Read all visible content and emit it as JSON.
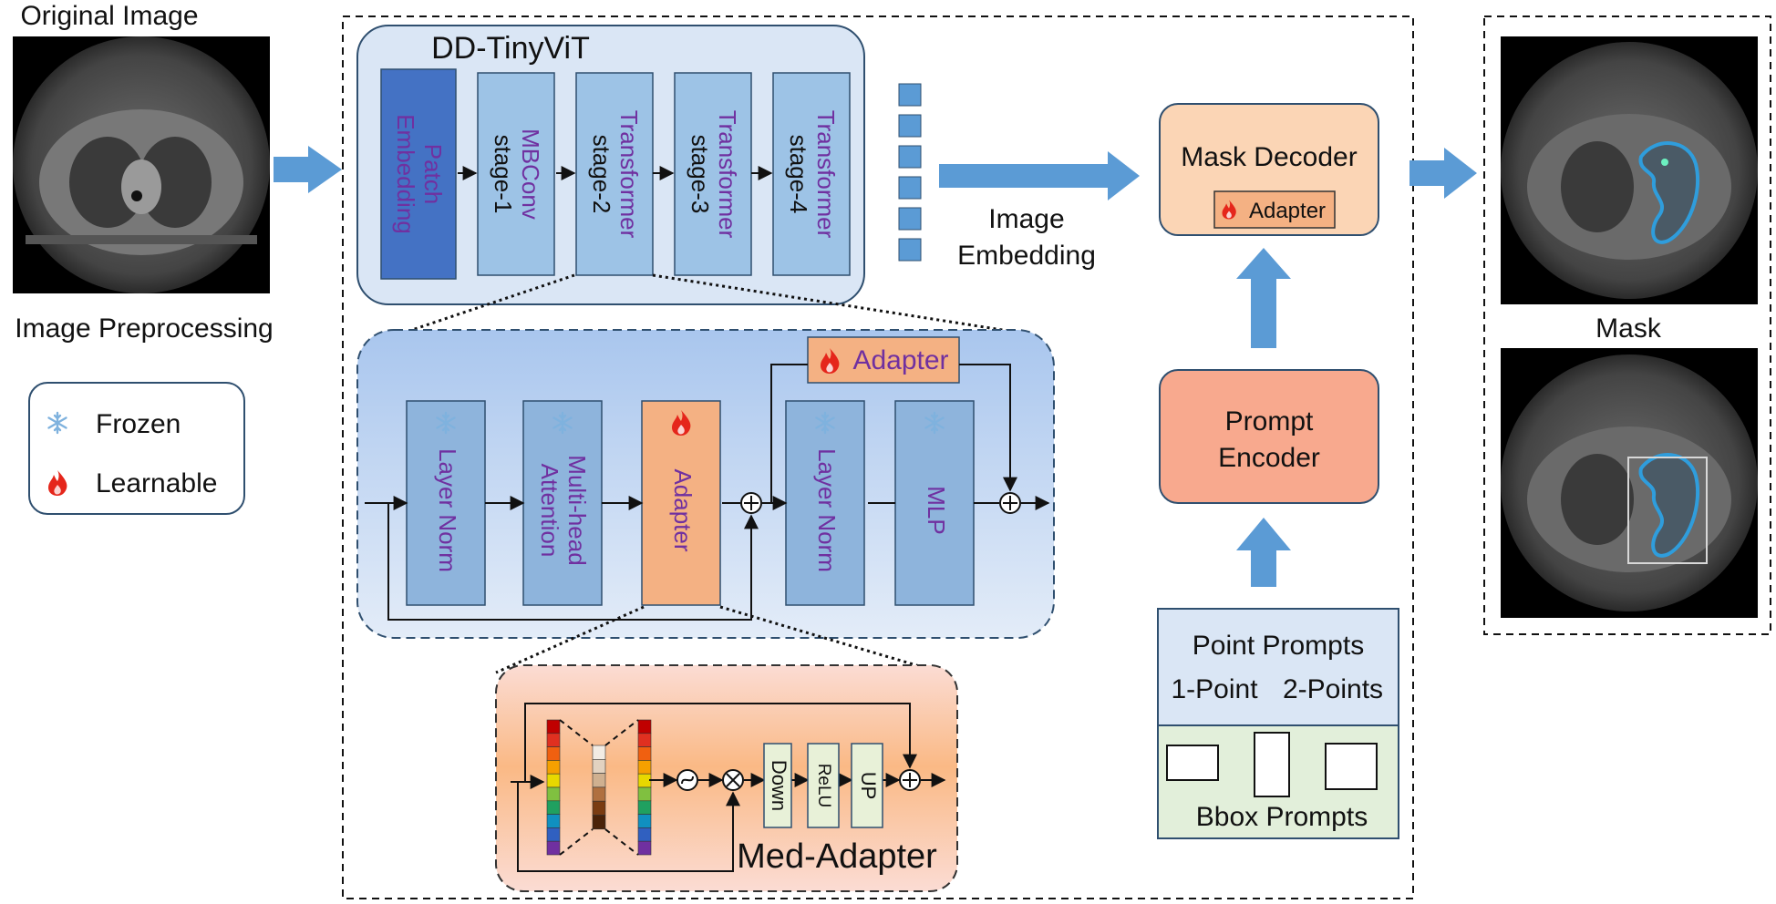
{
  "left": {
    "original_label": "Original Image",
    "preprocess_label": "Image Preprocessing",
    "legend": {
      "frozen_label": "Frozen",
      "learnable_label": "Learnable",
      "frozen_icon": "snowflake-icon",
      "learnable_icon": "flame-icon"
    }
  },
  "encoder": {
    "title": "DD-TinyViT",
    "stages": [
      {
        "line1": "Patch",
        "line2": "Embedding",
        "color": "#4472c4"
      },
      {
        "line1": "MBConv",
        "line2": "stage-1",
        "color": "#9dc3e6"
      },
      {
        "line1": "Transformer",
        "line2": "stage-2",
        "color": "#9dc3e6"
      },
      {
        "line1": "Transformer",
        "line2": "stage-3",
        "color": "#9dc3e6"
      },
      {
        "line1": "Transformer",
        "line2": "stage-4",
        "color": "#9dc3e6"
      }
    ],
    "embedding_label_1": "Image",
    "embedding_label_2": "Embedding"
  },
  "transformer_block": {
    "adapter_top": "Adapter",
    "blocks": [
      {
        "line1": "Layer Norm",
        "line2": "",
        "icon": "snowflake-icon"
      },
      {
        "line1": "Multi-head",
        "line2": "Attention",
        "icon": "snowflake-icon"
      },
      {
        "line1": "Adapter",
        "line2": "",
        "icon": "flame-icon"
      },
      {
        "line1": "Layer Norm",
        "line2": "",
        "icon": "snowflake-icon"
      },
      {
        "line1": "MLP",
        "line2": "",
        "icon": "snowflake-icon"
      }
    ]
  },
  "med_adapter": {
    "title": "Med-Adapter",
    "down": "Down",
    "relu": "ReLU",
    "up": "UP"
  },
  "decoder": {
    "mask_decoder": "Mask Decoder",
    "adapter": "Adapter",
    "prompt_encoder_1": "Prompt",
    "prompt_encoder_2": "Encoder",
    "point_prompts": "Point Prompts",
    "one_point": "1-Point",
    "two_points": "2-Points",
    "bbox_prompts": "Bbox Prompts"
  },
  "right": {
    "mask_label": "Mask"
  },
  "colors": {
    "arrow_blue": "#5b9bd5",
    "adapter_orange": "#f4b183",
    "prompt_encoder": "#f8a98e",
    "mask_decoder": "#fbd5b5",
    "frozen_blue": "#7fb2de",
    "learnable_red": "#e5261b"
  }
}
